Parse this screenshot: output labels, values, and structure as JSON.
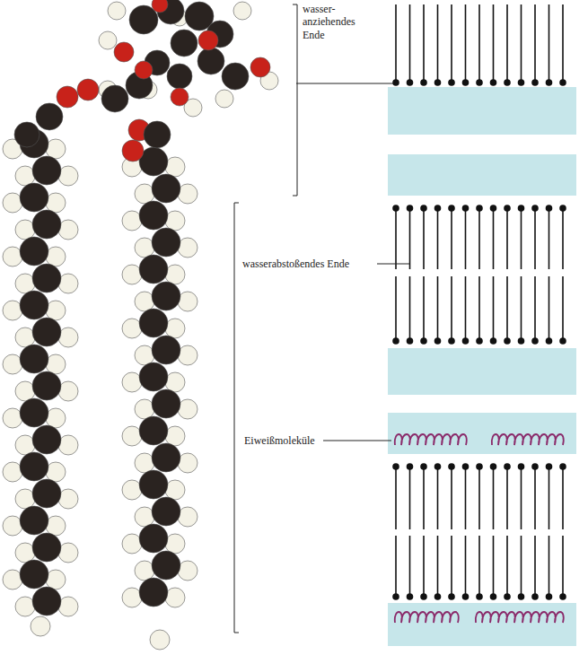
{
  "diagram": {
    "labels": [
      "wasser- anziehendes Ende",
      "wasserabstoßendes Ende",
      "Eiweißmoleküle"
    ]
  }
}
